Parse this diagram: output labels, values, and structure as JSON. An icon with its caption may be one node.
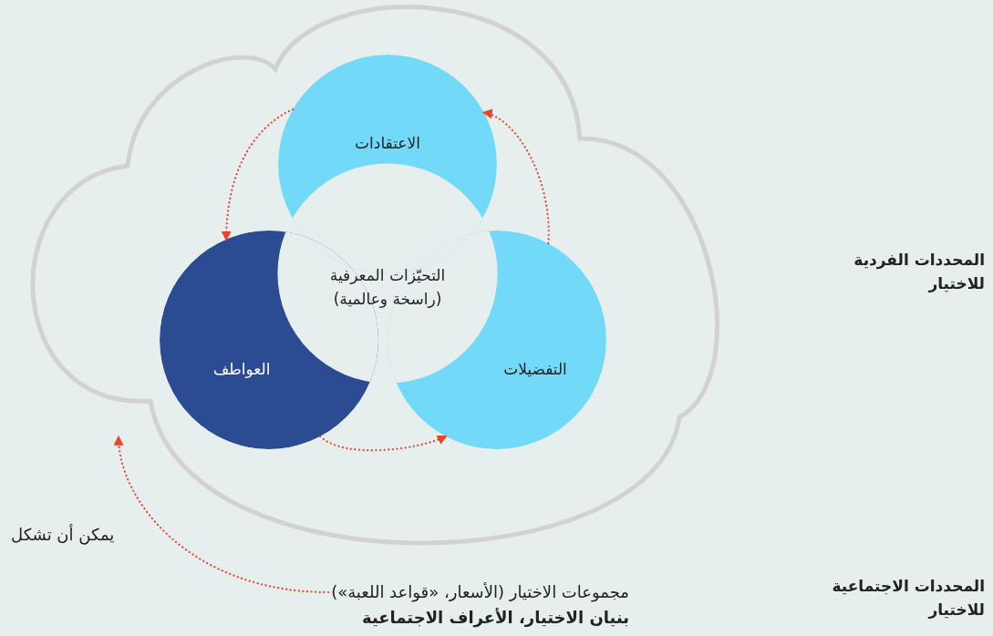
{
  "diagram": {
    "nodes": [
      {
        "text": [],
        "shape": "cloud"
      },
      {
        "text": [
          "الاعتقادات"
        ],
        "in": 0
      },
      {
        "text": [
          "التحيّزات المعرفية (راسخة وعالمية)"
        ]
      },
      {
        "text": [
          "العواطف"
        ],
        "in": 0
      },
      {
        "text": [
          "التفضيلات"
        ],
        "in": 0
      },
      {
        "text": [
          "مجموعات الاختيار (الأسعار، «قواعد اللعبة»)",
          "بنيان الاختيار، الأعراف الاجتماعية"
        ]
      }
    ],
    "edges": [
      {
        "from": 1,
        "to": 3,
        "arrow": "to"
      },
      {
        "from": 3,
        "to": 4,
        "arrow": "to"
      },
      {
        "from": 4,
        "to": 1,
        "arrow": "to"
      },
      {
        "from": 5,
        "to": 0,
        "arrow": "to",
        "label": "يمكن أن تشكل"
      }
    ],
    "labels": [
      "المحددات الفردية للاختيار",
      "المحددات الاجتماعية للاختيار"
    ]
  }
}
